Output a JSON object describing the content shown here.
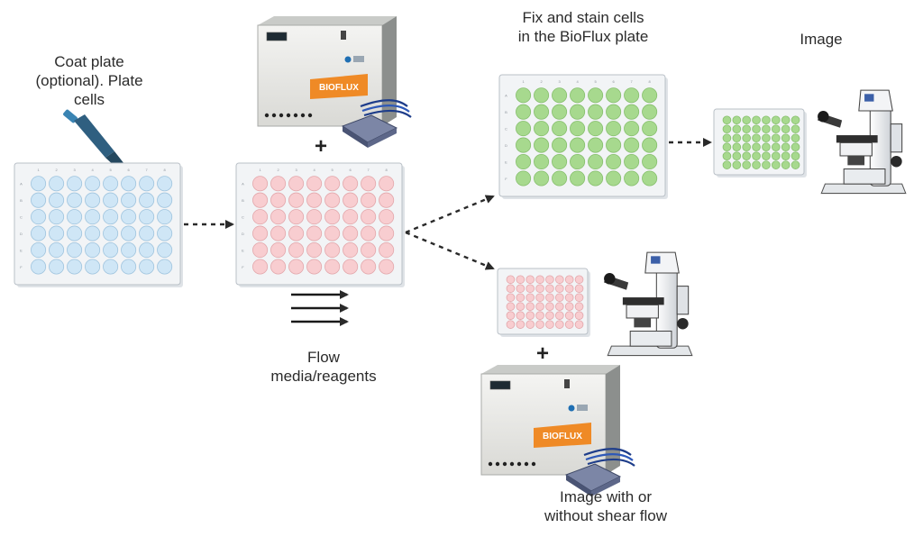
{
  "labels": {
    "coat": "Coat plate (optional). Plate cells",
    "flow": "Flow media/reagents",
    "fix": "Fix and stain cells in the BioFlux plate",
    "image": "Image",
    "shear": "Image with or without shear flow"
  },
  "plus": "+",
  "device_brand": "BIOFLUX",
  "plate_columns": [
    "1",
    "2",
    "3",
    "4",
    "5",
    "6",
    "7",
    "8"
  ],
  "plate_rows": [
    "A",
    "B",
    "C",
    "D",
    "E",
    "F"
  ],
  "colors": {
    "well_blue": "#cfe6f6",
    "well_pink": "#f8cdd0",
    "well_green": "#a7d98e",
    "device_orange": "#ef8a26",
    "arrow": "#2a2a2a",
    "pipette": "#2f5f80"
  }
}
